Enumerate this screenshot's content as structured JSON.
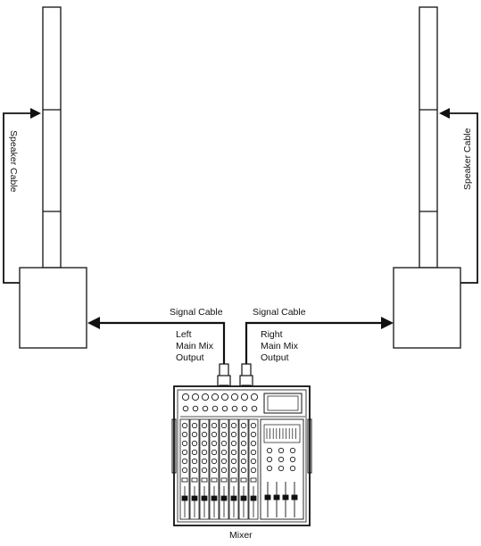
{
  "labels": {
    "speaker_cable_left": "Speaker Cable",
    "speaker_cable_right": "Speaker Cable",
    "signal_cable_left": "Signal Cable",
    "signal_cable_right": "Signal Cable",
    "left_output": [
      "Left",
      "Main Mix",
      "Output"
    ],
    "right_output": [
      "Right",
      "Main Mix",
      "Output"
    ],
    "mixer": "Mixer"
  },
  "colors": {
    "stroke": "#111111",
    "fill": "#ffffff"
  }
}
